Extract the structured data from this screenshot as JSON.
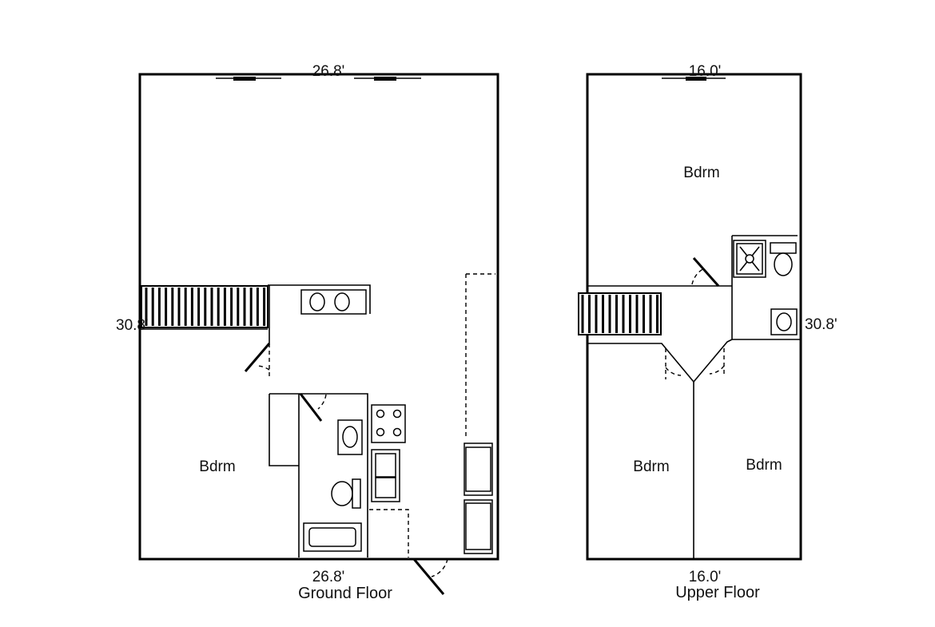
{
  "ground_floor": {
    "title": "Ground Floor",
    "dim_top": "26.8'",
    "dim_bottom": "26.8'",
    "dim_side": "30.8'",
    "room_bedroom": "Bdrm"
  },
  "upper_floor": {
    "title": "Upper Floor",
    "dim_top": "16.0'",
    "dim_bottom": "16.0'",
    "dim_side": "30.8'",
    "room_bedroom_top": "Bdrm",
    "room_bedroom_left": "Bdrm",
    "room_bedroom_right": "Bdrm"
  }
}
